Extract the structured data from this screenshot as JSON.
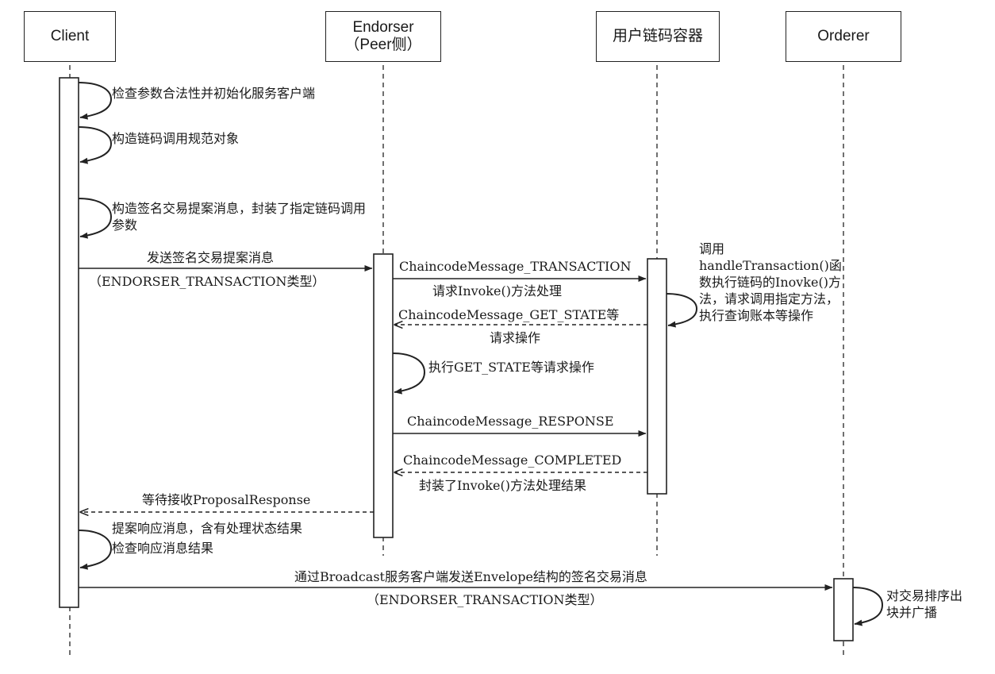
{
  "actors": {
    "client": {
      "label": "Client"
    },
    "endorser": {
      "line1": "Endorser",
      "line2": "（Peer侧）"
    },
    "chaincode": {
      "label": "用户链码容器"
    },
    "orderer": {
      "label": "Orderer"
    }
  },
  "messages": {
    "check_params": "检查参数合法性并初始化服务客户端",
    "build_spec": "构造链码调用规范对象",
    "build_proposal": "构造签名交易提案消息，封装了指定链码调用参数",
    "send_proposal": "发送签名交易提案消息",
    "send_proposal_type": "（ENDORSER_TRANSACTION类型）",
    "cc_transaction": "ChaincodeMessage_TRANSACTION",
    "invoke_request": "请求Invoke()方法处理",
    "handle_tx": "调用handleTransaction()函数执行链码的Inovke()方法，请求调用指定方法，执行查询账本等操作",
    "get_state": "ChaincodeMessage_GET_STATE等",
    "request_op": "请求操作",
    "exec_get_state": "执行GET_STATE等请求操作",
    "cc_response": "ChaincodeMessage_RESPONSE",
    "cc_completed": "ChaincodeMessage_COMPLETED",
    "wrap_result": "封装了Invoke()方法处理结果",
    "wait_response": "等待接收ProposalResponse",
    "proposal_response": "提案响应消息，含有处理状态结果",
    "check_response": "检查响应消息结果",
    "broadcast": "通过Broadcast服务客户端发送Envelope结构的签名交易消息",
    "broadcast_type": "（ENDORSER_TRANSACTION类型）",
    "order_broadcast": "对交易排序出块并广播"
  }
}
